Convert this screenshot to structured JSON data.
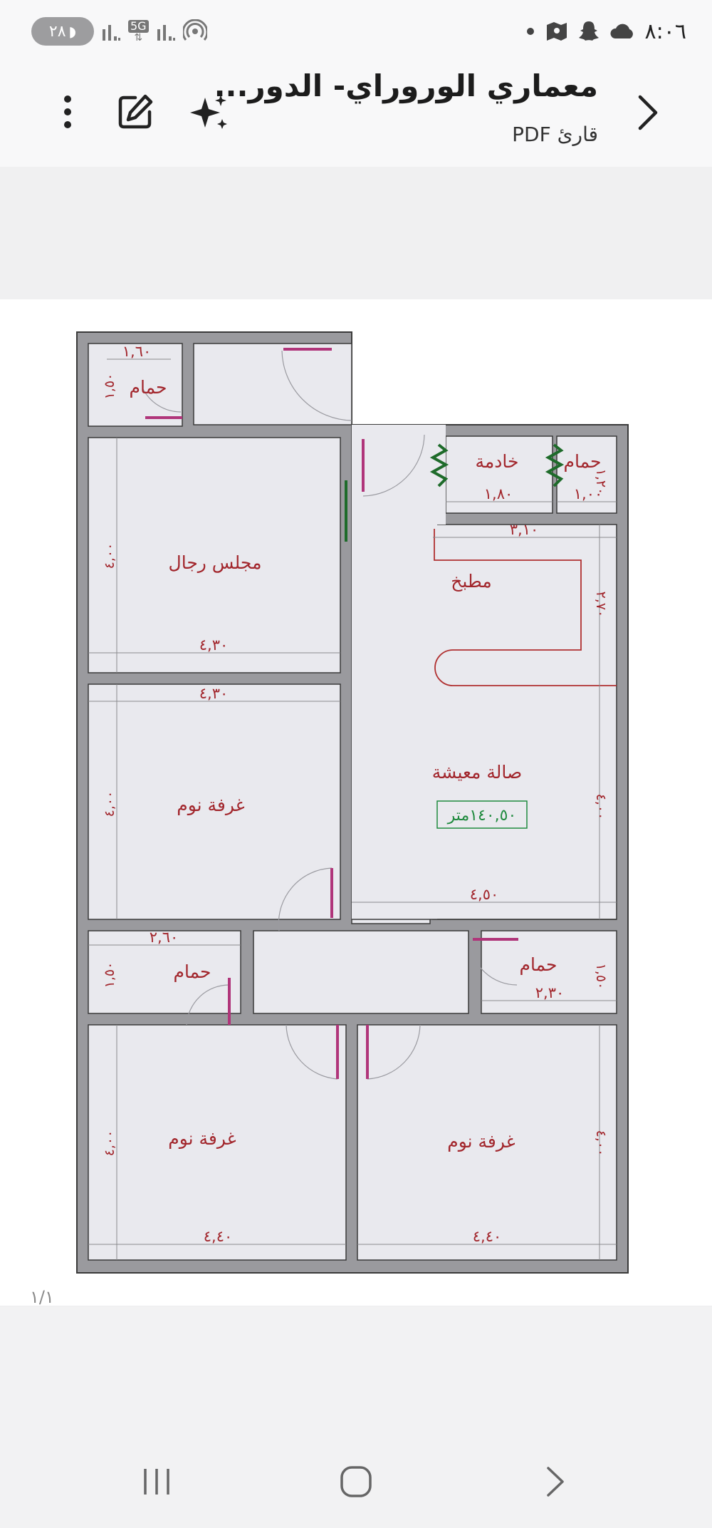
{
  "status_bar": {
    "time": "٨:٠٦",
    "battery_level": "٢٨",
    "network": "5G",
    "icons": [
      "dot-icon",
      "location-icon",
      "snapchat-icon",
      "cloud-icon",
      "signal-icon",
      "5g-icon",
      "signal-icon",
      "hotspot-icon"
    ]
  },
  "header": {
    "title": "معماري الوروراي- الدور...",
    "subtitle": "قارئ PDF",
    "icons": [
      "back-chevron-icon",
      "sparkle-icon",
      "edit-icon",
      "more-vertical-icon"
    ]
  },
  "plan": {
    "rooms": {
      "mens_majlis": "مجلس رجال",
      "bedroom_1": "غرفة نوم",
      "bedroom_2": "غرفة نوم",
      "bedroom_3": "غرفة نوم",
      "kitchen": "مطبخ",
      "living_hall": "صالة معيشة",
      "maid_room": "خادمة",
      "bath_top_left": "حمام",
      "bath_top_right": "حمام",
      "bath_mid_left": "حمام",
      "bath_mid_right": "حمام"
    },
    "area_label": "١٤٠,٥٠متر",
    "dims": {
      "d_160": "١,٦٠",
      "d_430_majlis": "٤,٣٠",
      "d_430_bed": "٤,٣٠",
      "d_400_majlis": "٤,٠٠",
      "d_400_bed1": "٤,٠٠",
      "d_180": "١,٨٠",
      "d_100": "١,٠٠",
      "d_310": "٣,١٠",
      "d_270": "٢,٧٠",
      "d_400_living": "٤,٠٠",
      "d_450": "٤,٥٠",
      "d_260": "٢,٦٠",
      "d_230": "٢,٣٠",
      "d_150_left": "١,٥٠",
      "d_150_right": "١,٥٠",
      "d_150_top": "١,٥٠",
      "d_120": "١,٢٠",
      "d_400_b2": "٤,٠٠",
      "d_400_b3": "٤,٠٠",
      "d_440_left": "٤,٤٠",
      "d_440_right": "٤,٤٠"
    }
  },
  "page_indicator": "١/١",
  "nav": {
    "icons": [
      "recent-apps-icon",
      "home-icon",
      "back-icon"
    ]
  },
  "colors": {
    "room_label": "#a2262c",
    "area_label": "#1f8a3e",
    "wall": "#3a3a3a",
    "floor": "#e9e9ee"
  }
}
